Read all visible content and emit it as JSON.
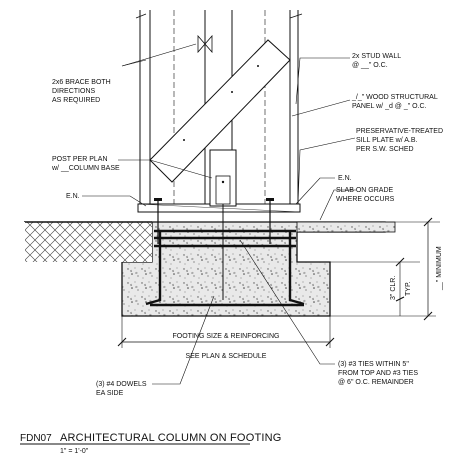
{
  "drawing": {
    "tag": "FDN07",
    "title": "ARCHITECTURAL COLUMN ON FOOTING",
    "scale": "1\" = 1'-0\""
  },
  "labels": {
    "brace": [
      "2x6 BRACE BOTH",
      "DIRECTIONS",
      "AS REQUIRED"
    ],
    "stud_wall": [
      "2x STUD WALL",
      "@ __\" O.C."
    ],
    "panel": [
      "_/_\" WOOD STRUCTURAL",
      "PANEL w/ _d @ _\" O.C."
    ],
    "sill": [
      "PRESERVATIVE-TREATED",
      "SILL PLATE w/ A.B.",
      "PER S.W. SCHED"
    ],
    "post": [
      "POST PER PLAN",
      "w/ __COLUMN BASE"
    ],
    "en_left": "E.N.",
    "en_right": "E.N.",
    "slab": [
      "SLAB ON GRADE",
      "WHERE OCCURS"
    ],
    "minimum": "__\" MINIMUM",
    "clear": [
      "3\" CLR.",
      "TYP."
    ],
    "footing": [
      "FOOTING SIZE & REINFORCING",
      "SEE PLAN & SCHEDULE"
    ],
    "dowels": [
      "(3) #4   DOWELS",
      "EA SIDE"
    ],
    "ties": [
      "(3) #3 TIES WITHIN 5\"",
      "FROM TOP AND #3 TIES",
      "@ 6\" O.C. REMAINDER"
    ]
  }
}
